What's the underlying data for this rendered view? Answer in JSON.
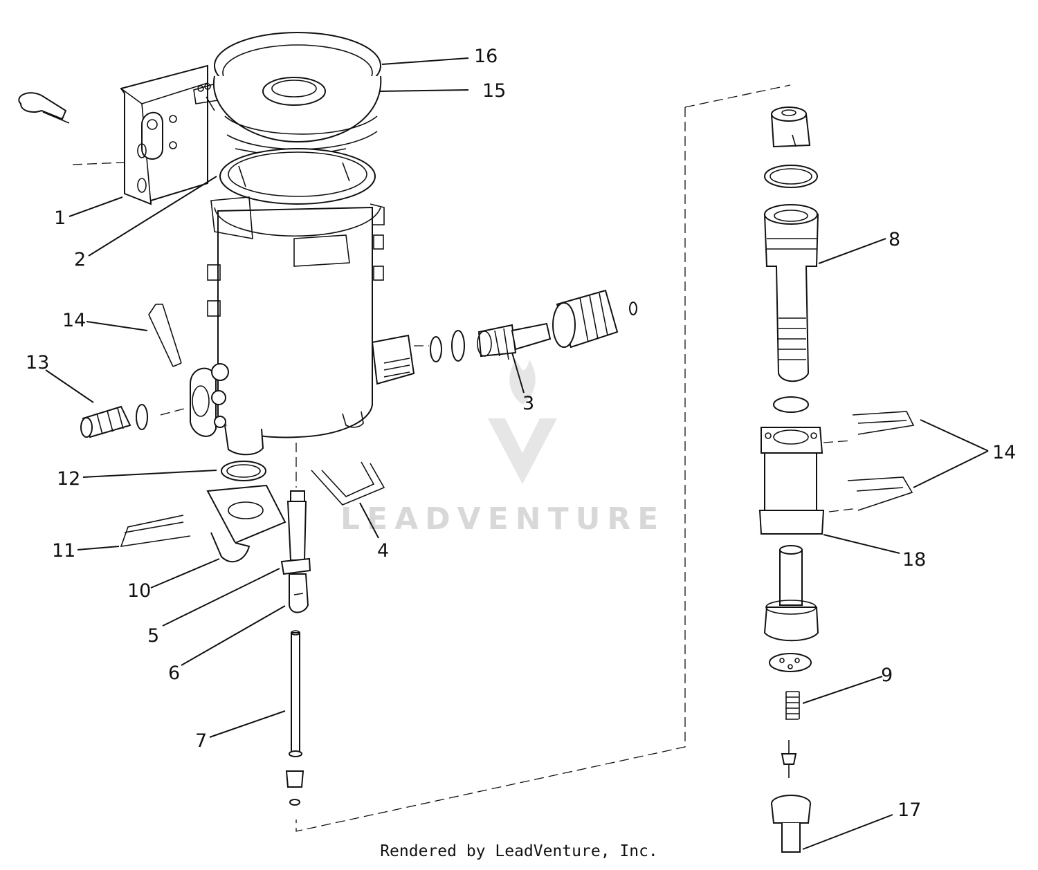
{
  "callouts": {
    "c1": "1",
    "c2": "2",
    "c3": "3",
    "c4": "4",
    "c5": "5",
    "c6": "6",
    "c7": "7",
    "c8": "8",
    "c9": "9",
    "c10": "10",
    "c11": "11",
    "c12": "12",
    "c13": "13",
    "c14a": "14",
    "c14b": "14",
    "c15": "15",
    "c16": "16",
    "c17": "17",
    "c18": "18"
  },
  "watermark": {
    "text": "LEADVENTURE"
  },
  "footer": {
    "text": "Rendered by LeadVenture, Inc."
  },
  "colors": {
    "line": "#111111",
    "watermark": "#d8d8d8",
    "background": "#ffffff"
  }
}
